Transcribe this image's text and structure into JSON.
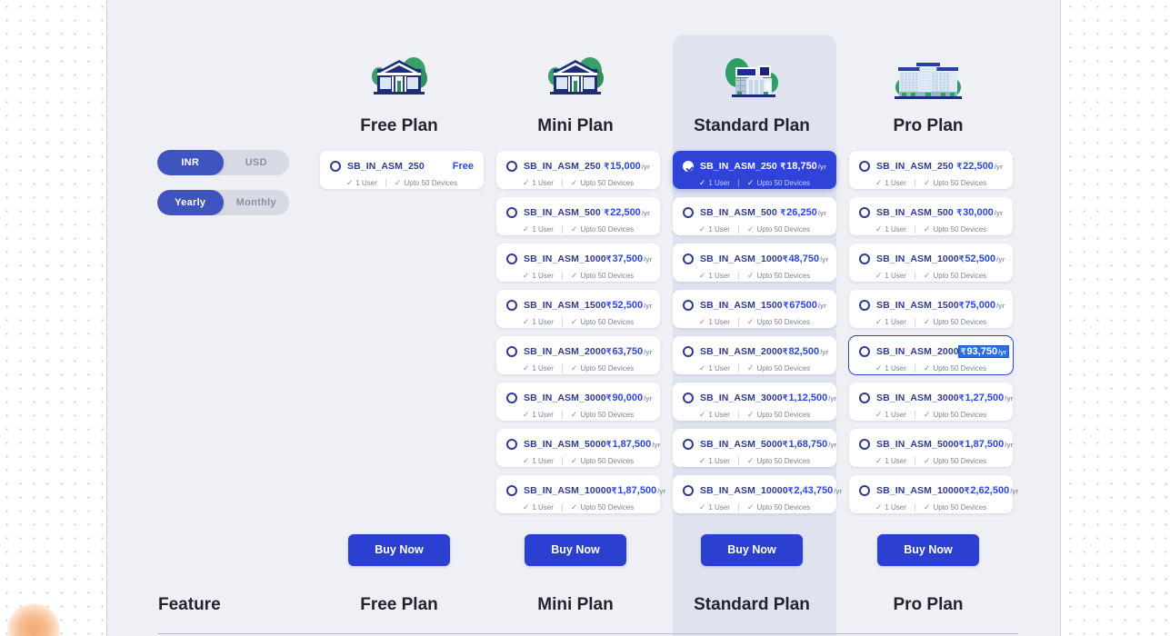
{
  "controls": {
    "currency": {
      "options": [
        "INR",
        "USD"
      ],
      "selected": "INR"
    },
    "billing": {
      "options": [
        "Yearly",
        "Monthly"
      ],
      "selected": "Yearly"
    }
  },
  "currency_symbol": "₹",
  "per_unit": "/yr",
  "free_label": "Free",
  "feature_user": "1 User",
  "feature_devices": "Upto 50 Devices",
  "buy_label": "Buy Now",
  "colors": {
    "accent": "#2b3fd1",
    "selected_card": "#2f44d6",
    "price": "#2b46e0",
    "panel": "#eef0f5",
    "highlight_column": "#dfe3f0",
    "toggle_active": "#4054bf",
    "toggle_track": "#d7dae4"
  },
  "plans": [
    {
      "name": "Free Plan",
      "icon": "house-tree-illustration",
      "highlighted": false,
      "skus": [
        {
          "name": "SB_IN_ASM_250",
          "price": "Free",
          "is_free": true,
          "selected": false
        }
      ]
    },
    {
      "name": "Mini Plan",
      "icon": "house-tree-illustration",
      "highlighted": false,
      "skus": [
        {
          "name": "SB_IN_ASM_250",
          "price": "15,000",
          "is_free": false,
          "selected": false
        },
        {
          "name": "SB_IN_ASM_500",
          "price": "22,500",
          "is_free": false,
          "selected": false
        },
        {
          "name": "SB_IN_ASM_1000",
          "price": "37,500",
          "is_free": false,
          "selected": false
        },
        {
          "name": "SB_IN_ASM_1500",
          "price": "52,500",
          "is_free": false,
          "selected": false
        },
        {
          "name": "SB_IN_ASM_2000",
          "price": "63,750",
          "is_free": false,
          "selected": false
        },
        {
          "name": "SB_IN_ASM_3000",
          "price": "90,000",
          "is_free": false,
          "selected": false
        },
        {
          "name": "SB_IN_ASM_5000",
          "price": "1,87,500",
          "is_free": false,
          "selected": false
        },
        {
          "name": "SB_IN_ASM_10000",
          "price": "1,87,500",
          "is_free": false,
          "selected": false
        }
      ]
    },
    {
      "name": "Standard Plan",
      "icon": "modern-building-illustration",
      "highlighted": true,
      "skus": [
        {
          "name": "SB_IN_ASM_250",
          "price": "18,750",
          "is_free": false,
          "selected": true
        },
        {
          "name": "SB_IN_ASM_500",
          "price": "26,250",
          "is_free": false,
          "selected": false
        },
        {
          "name": "SB_IN_ASM_1000",
          "price": "48,750",
          "is_free": false,
          "selected": false
        },
        {
          "name": "SB_IN_ASM_1500",
          "price": "67500",
          "is_free": false,
          "selected": false
        },
        {
          "name": "SB_IN_ASM_2000",
          "price": "82,500",
          "is_free": false,
          "selected": false
        },
        {
          "name": "SB_IN_ASM_3000",
          "price": "1,12,500",
          "is_free": false,
          "selected": false
        },
        {
          "name": "SB_IN_ASM_5000",
          "price": "1,68,750",
          "is_free": false,
          "selected": false
        },
        {
          "name": "SB_IN_ASM_10000",
          "price": "2,43,750",
          "is_free": false,
          "selected": false
        }
      ]
    },
    {
      "name": "Pro Plan",
      "icon": "office-tower-illustration",
      "highlighted": false,
      "skus": [
        {
          "name": "SB_IN_ASM_250",
          "price": "22,500",
          "is_free": false,
          "selected": false
        },
        {
          "name": "SB_IN_ASM_500",
          "price": "30,000",
          "is_free": false,
          "selected": false
        },
        {
          "name": "SB_IN_ASM_1000",
          "price": "52,500",
          "is_free": false,
          "selected": false
        },
        {
          "name": "SB_IN_ASM_1500",
          "price": "75,000",
          "is_free": false,
          "selected": false
        },
        {
          "name": "SB_IN_ASM_2000",
          "price": "93,750",
          "is_free": false,
          "selected": false,
          "text_selected": true,
          "outlined": true
        },
        {
          "name": "SB_IN_ASM_3000",
          "price": "1,27,500",
          "is_free": false,
          "selected": false
        },
        {
          "name": "SB_IN_ASM_5000",
          "price": "1,87,500",
          "is_free": false,
          "selected": false
        },
        {
          "name": "SB_IN_ASM_10000",
          "price": "2,62,500",
          "is_free": false,
          "selected": false
        }
      ]
    }
  ],
  "compare": {
    "feature_header": "Feature",
    "columns": [
      "Free Plan",
      "Mini Plan",
      "Standard Plan",
      "Pro Plan"
    ]
  }
}
